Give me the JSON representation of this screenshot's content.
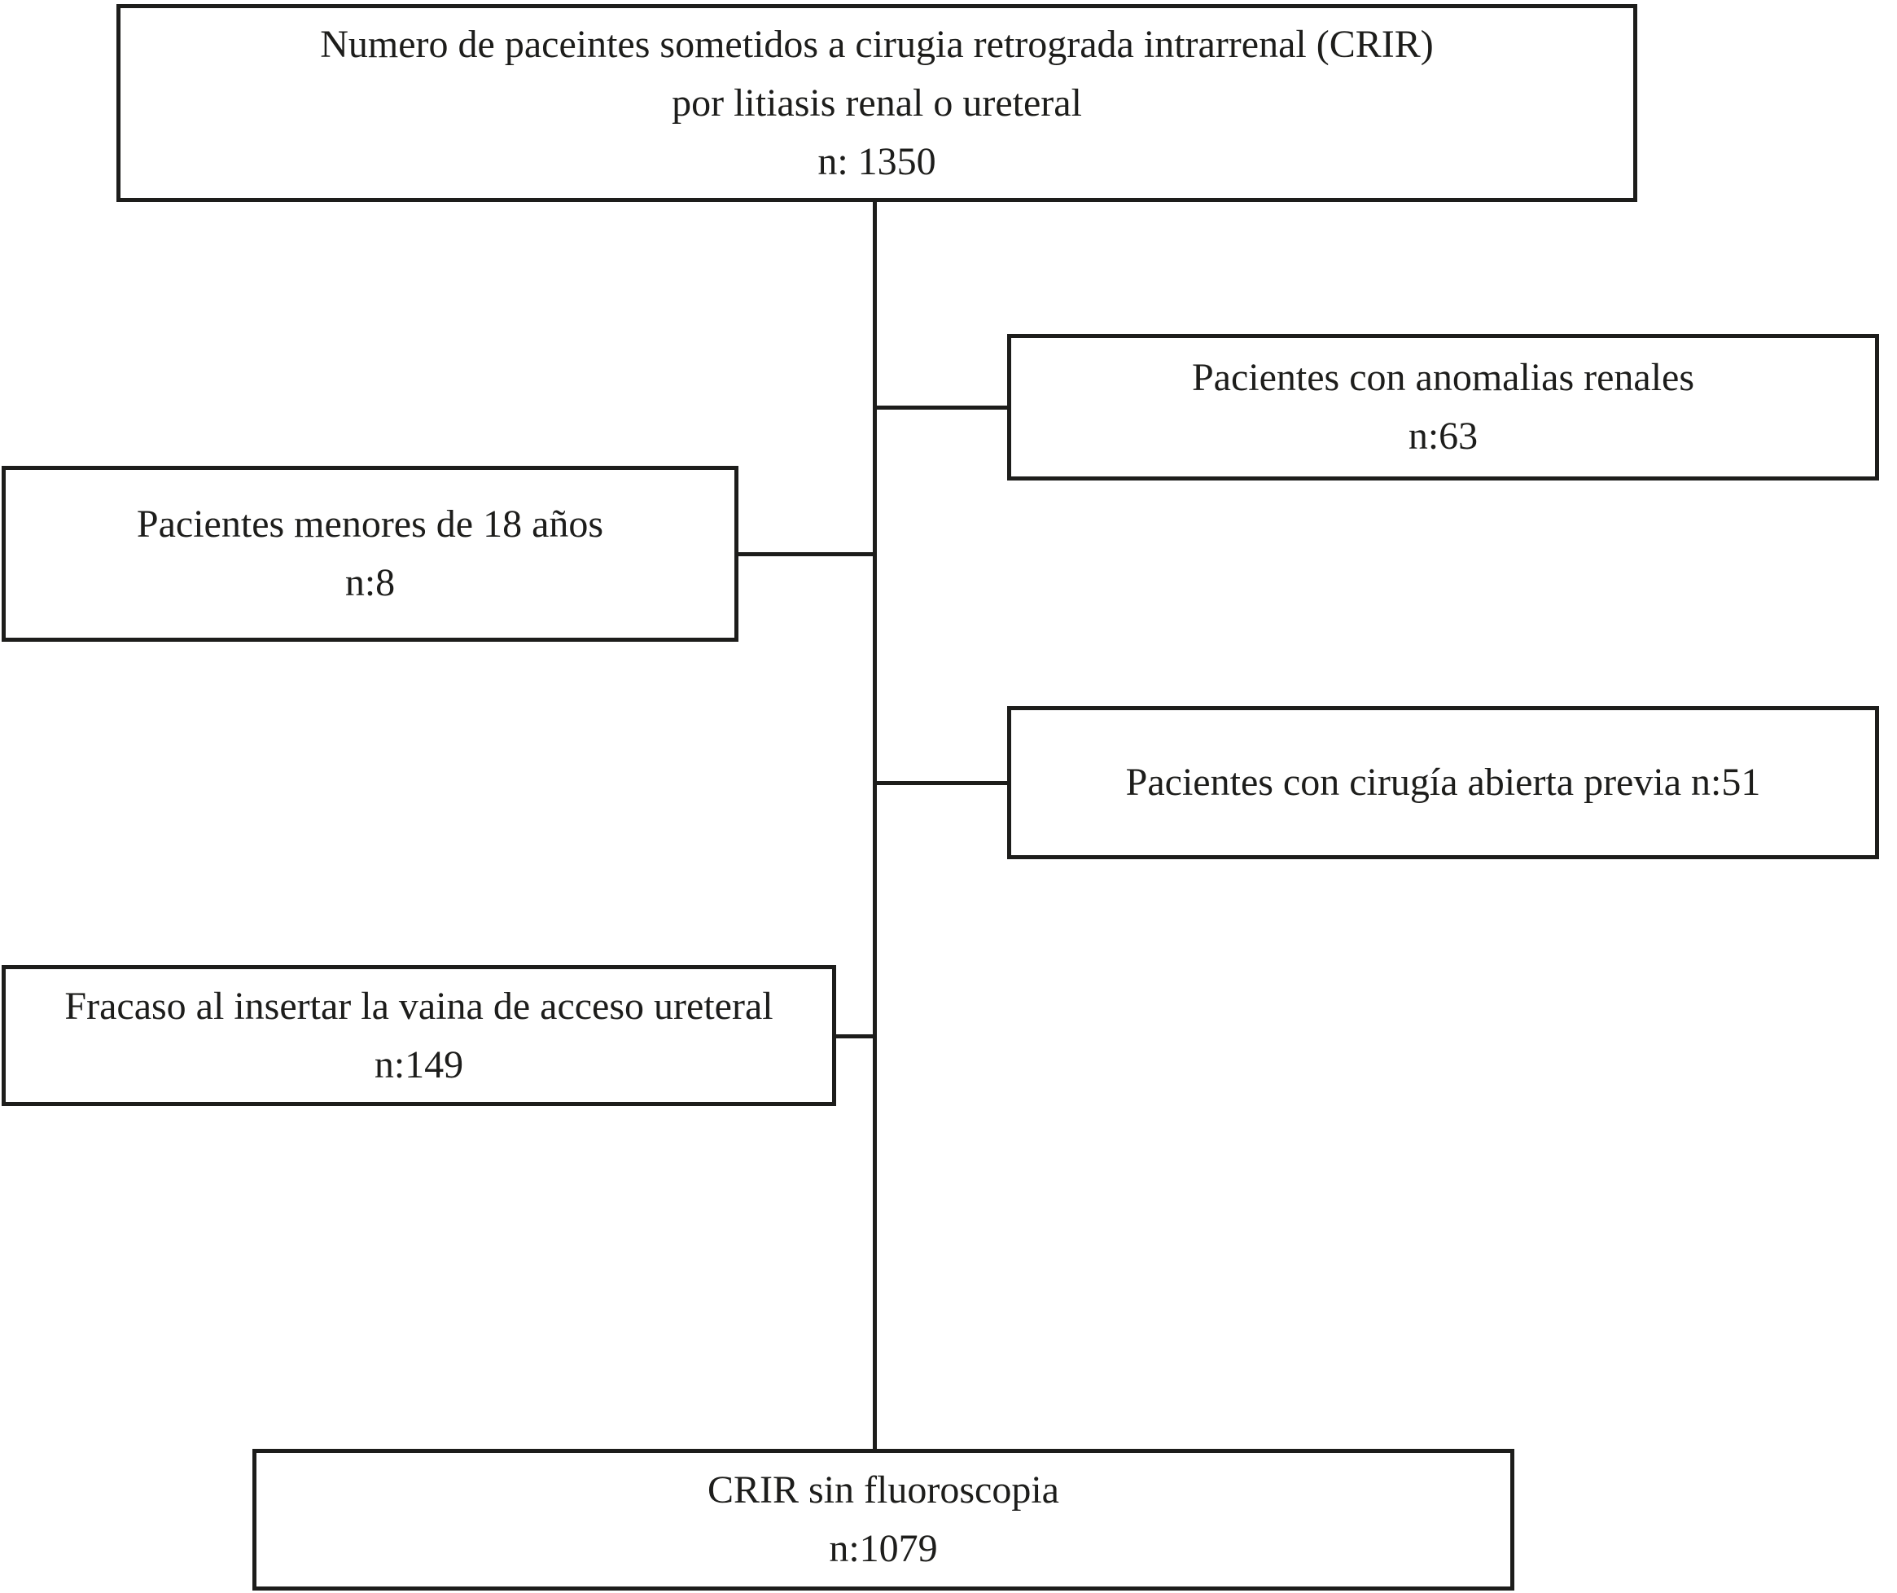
{
  "diagram": {
    "type": "flowchart",
    "language": "es",
    "colors": {
      "background": "#ffffff",
      "border": "#1d1d1b",
      "text": "#1d1d1b"
    },
    "nodes": {
      "total": {
        "text1": "Numero de paceintes sometidos a cirugia retrograda intrarrenal (CRIR)",
        "text2": "por litiasis renal o ureteral",
        "text3": "n: 1350",
        "value": 1350
      },
      "renal_anomalies": {
        "text1": "Pacientes con anomalias renales",
        "text2": "n:63",
        "value": 63
      },
      "under_18": {
        "text1": "Pacientes menores de 18 años",
        "text2": "n:8",
        "value": 8
      },
      "open_surgery": {
        "text1": "Pacientes con cirugía abierta previa n:51",
        "value": 51
      },
      "sheath_failure": {
        "text1": "Fracaso al insertar la vaina de acceso ureteral",
        "text2": "n:149",
        "value": 149
      },
      "final": {
        "text1": "CRIR sin fluoroscopia",
        "text2": "n:1079",
        "value": 1079
      }
    }
  }
}
